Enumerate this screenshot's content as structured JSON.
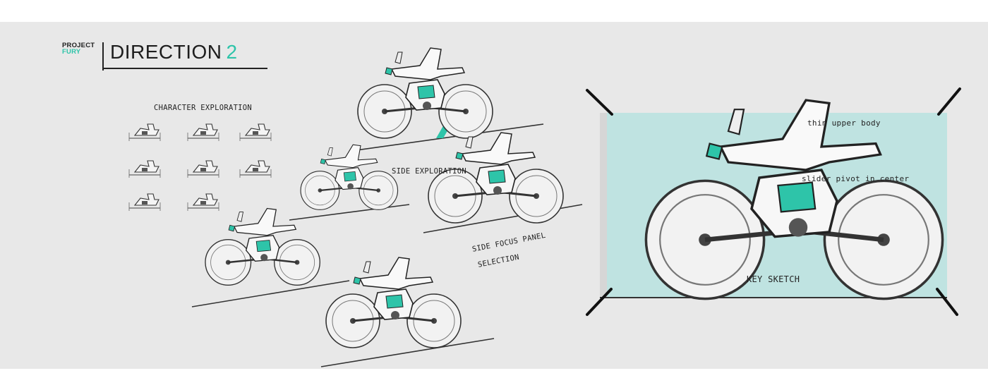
{
  "header": {
    "project_line1": "PROJECT",
    "project_line2": "FURY",
    "direction_word": "DIRECTION",
    "direction_number": "2"
  },
  "annotations": {
    "character_exploration": "CHARACTER EXPLORATION",
    "side_exploration": "SIDE EXPLORATION",
    "side_focus_line1": "SIDE FOCUS PANEL",
    "side_focus_line2": "SELECTION",
    "thin_upper_body": "thin upper body",
    "slider_pivot": "slider pivot in center",
    "key_sketch": "KEY SKETCH"
  },
  "colors": {
    "accent": "#2ec4a9",
    "sheet_background": "#e8e8e8",
    "key_panel": "#bfe3e1",
    "ink": "#1f1f1f"
  }
}
